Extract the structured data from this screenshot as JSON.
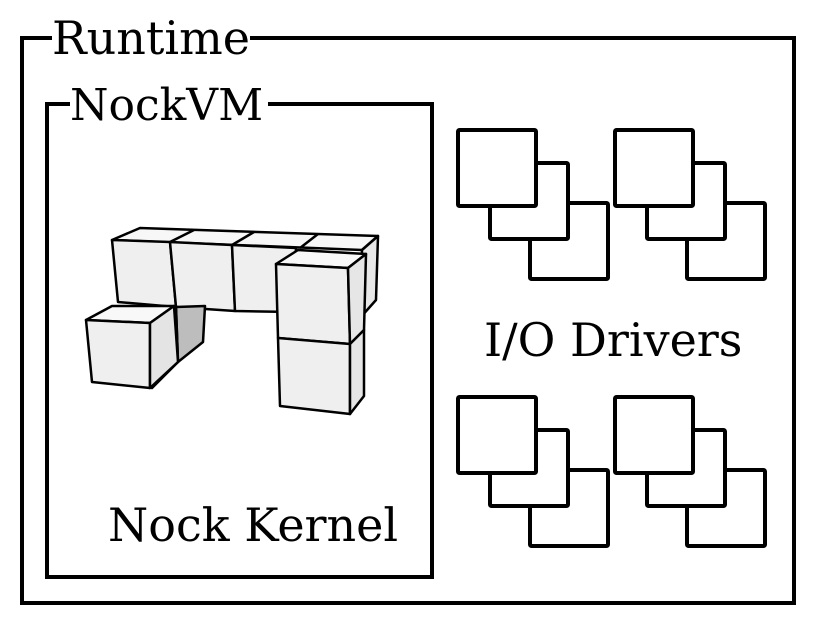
{
  "diagram": {
    "outer_box": {
      "label": "Runtime"
    },
    "inner_box": {
      "label": "NockVM"
    },
    "kernel": {
      "label": "Nock Kernel",
      "icon": "cube-blocks-icon"
    },
    "drivers": {
      "label": "I/O Drivers",
      "groups": [
        {
          "icon": "stacked-squares-icon"
        },
        {
          "icon": "stacked-squares-icon"
        },
        {
          "icon": "stacked-squares-icon"
        },
        {
          "icon": "stacked-squares-icon"
        }
      ]
    },
    "colors": {
      "stroke": "#000000",
      "cube_face": "#efefef",
      "cube_top": "#f8f8f8",
      "cube_shadow": "#b8b8b8",
      "background": "#ffffff"
    }
  }
}
